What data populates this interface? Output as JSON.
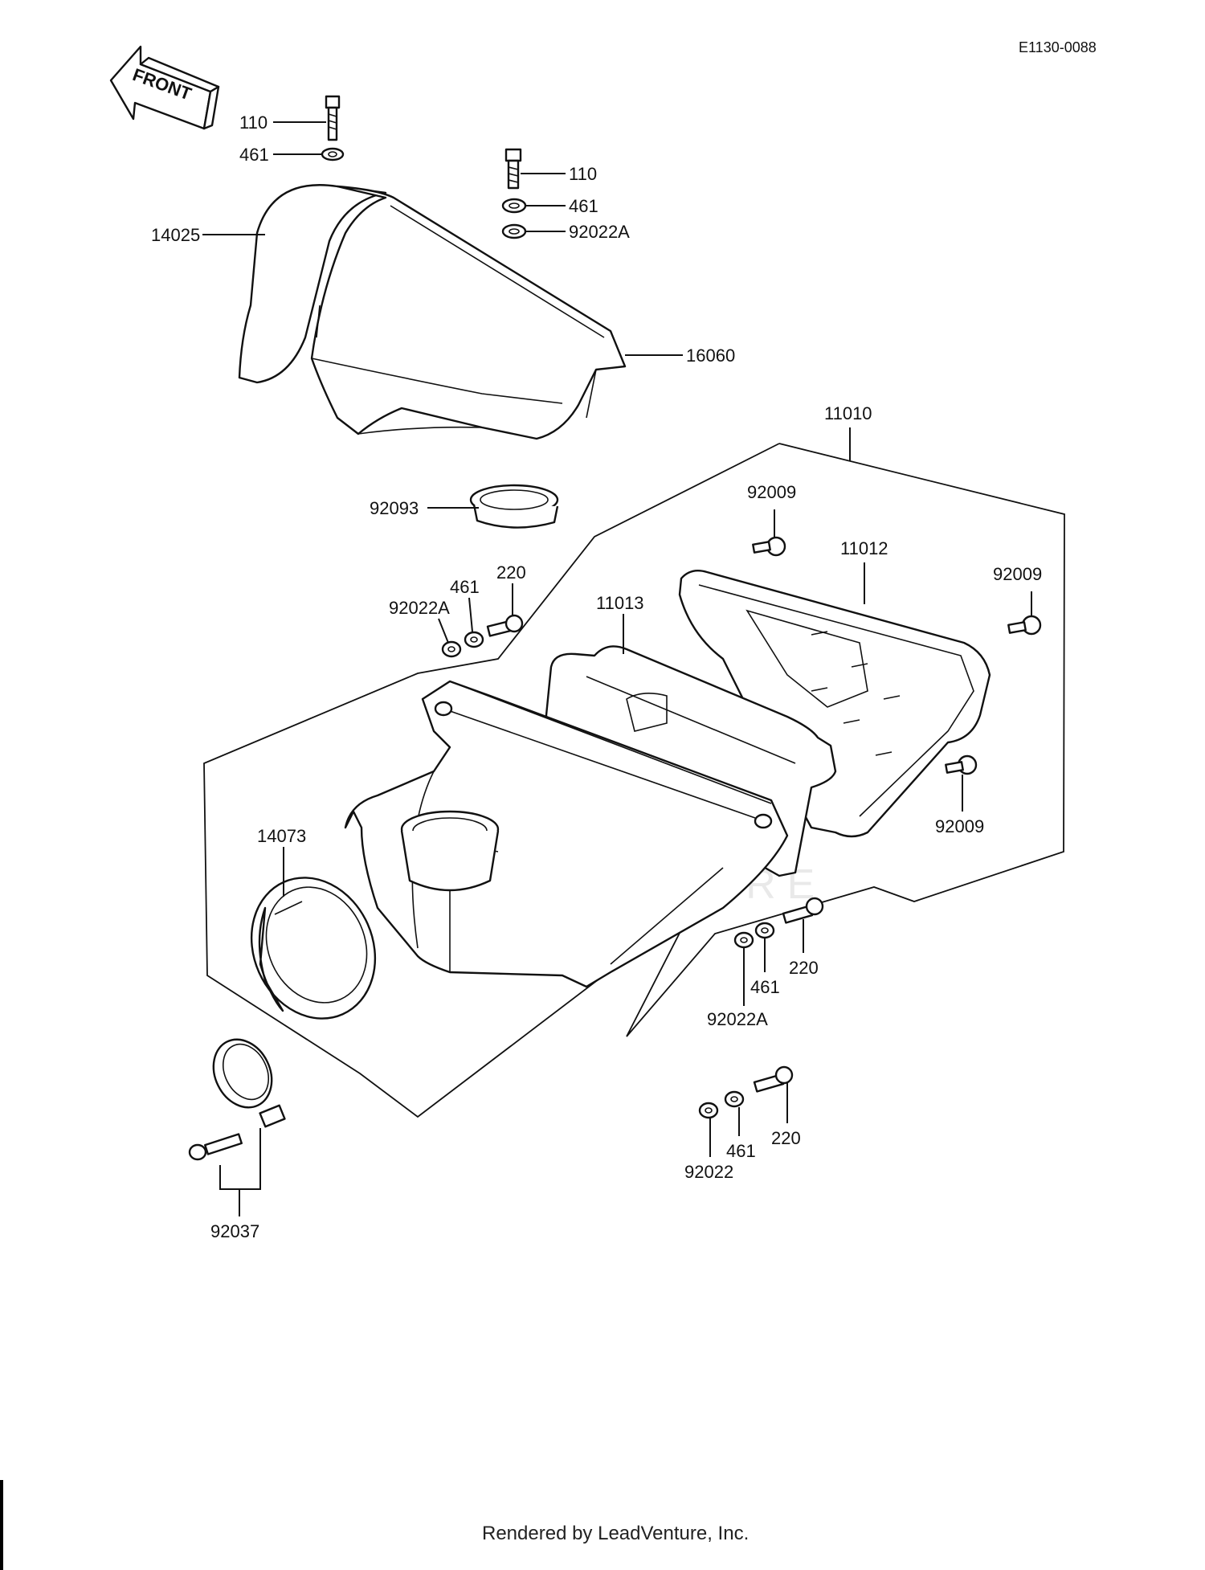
{
  "diagram": {
    "reference_code": "E1130-0088",
    "front_arrow_label": "FRONT",
    "watermark": "LEADVENTURE",
    "footer": "Rendered by LeadVenture, Inc.",
    "part_labels": {
      "p110_top": "110",
      "p461_top": "461",
      "p110_mid": "110",
      "p461_mid": "461",
      "p92022a_top": "92022A",
      "p14025": "14025",
      "p16060": "16060",
      "p11010": "11010",
      "p92093": "92093",
      "p92009_a": "92009",
      "p11012": "11012",
      "p92009_b": "92009",
      "p220_a": "220",
      "p461_a": "461",
      "p92022a_a": "92022A",
      "p11013": "11013",
      "p92009_c": "92009",
      "p14073": "14073",
      "p220_b": "220",
      "p461_b": "461",
      "p92022a_b": "92022A",
      "p220_c": "220",
      "p461_c": "461",
      "p92022": "92022",
      "p92037": "92037"
    }
  }
}
